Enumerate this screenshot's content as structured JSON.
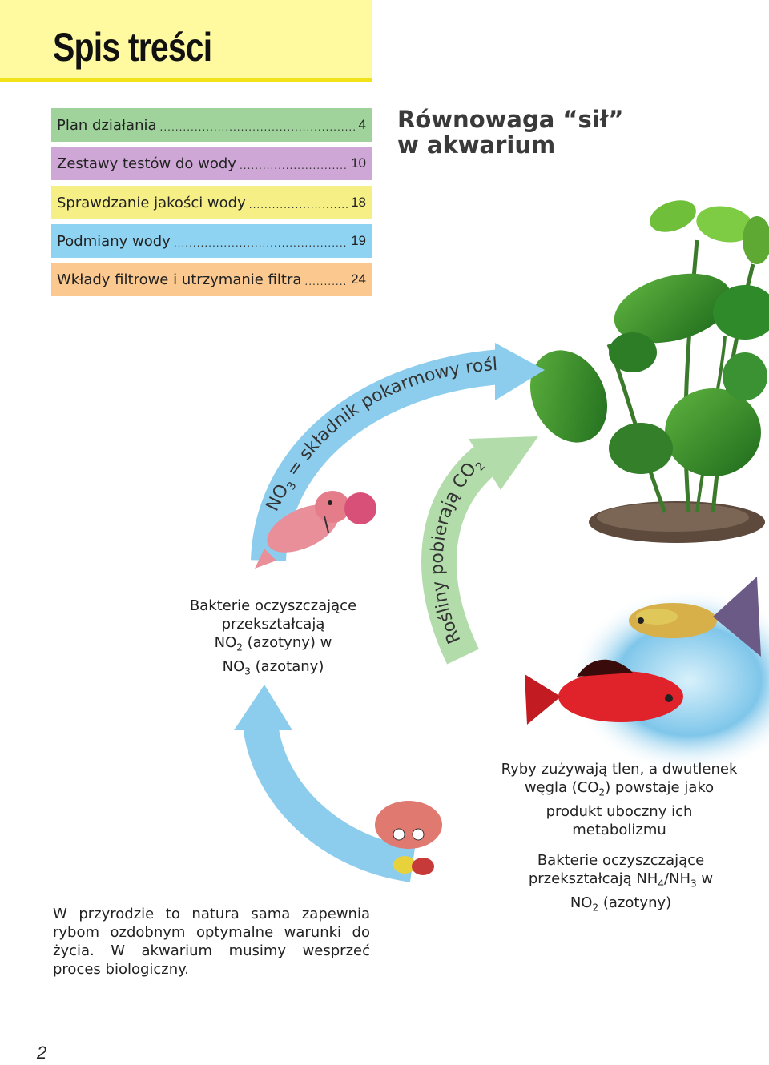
{
  "page_title": "Spis treści",
  "toc": [
    {
      "label": "Plan działania",
      "page": "4",
      "color": "#9fd39b"
    },
    {
      "label": "Zestawy testów do wody",
      "page": "10",
      "color": "#cfa7d6"
    },
    {
      "label": "Sprawdzanie jakości wody",
      "page": "18",
      "color": "#f6ef86"
    },
    {
      "label": "Podmiany wody",
      "page": "19",
      "color": "#8fd3f2"
    },
    {
      "label": "Wkłady filtrowe i utrzymanie filtra",
      "page": "24",
      "color": "#fbc98f"
    }
  ],
  "section_heading": {
    "line1": "Równowaga “sił”",
    "line2": "w akwarium"
  },
  "cycle": {
    "arrow_top": {
      "before": "NO",
      "sub": "3",
      "after": " = składnik pokarmowy roślin"
    },
    "arrow_middle": {
      "before": "Rośliny pobierają CO",
      "sub": "2"
    },
    "bacteria_no2": {
      "line1": "Bakterie oczyszczające",
      "line2": "przekształcają",
      "line3_a": "NO",
      "line3_sub": "2",
      "line3_b": " (azotyny) w",
      "line4_a": "NO",
      "line4_sub": "3",
      "line4_b": " (azotany)"
    },
    "fish": {
      "line1": "Ryby zużywają tlen, a dwutlenek",
      "line2_a": "węgla (CO",
      "line2_sub": "2",
      "line2_b": ") powstaje jako",
      "line3": "produkt uboczny ich",
      "line4": "metabolizmu"
    },
    "bacteria_nh4": {
      "line1": "Bakterie oczyszczające",
      "line2_a": "przekształcają NH",
      "line2_sub1": "4",
      "line2_b": "/NH",
      "line2_sub2": "3",
      "line2_c": " w",
      "line3_a": "NO",
      "line3_sub": "2",
      "line3_b": " (azotyny)"
    }
  },
  "intro_text": "W przyrodzie to natura sama zapewnia rybom ozdobnym optymalne warunki do życia. W akwarium musimy wesprzeć proces biologiczny.",
  "page_number": "2",
  "colors": {
    "title_band": "#fff9a0",
    "title_rule": "#f2e21a",
    "arrow_blue": "#8ccdee",
    "arrow_green": "#b3dcab"
  }
}
